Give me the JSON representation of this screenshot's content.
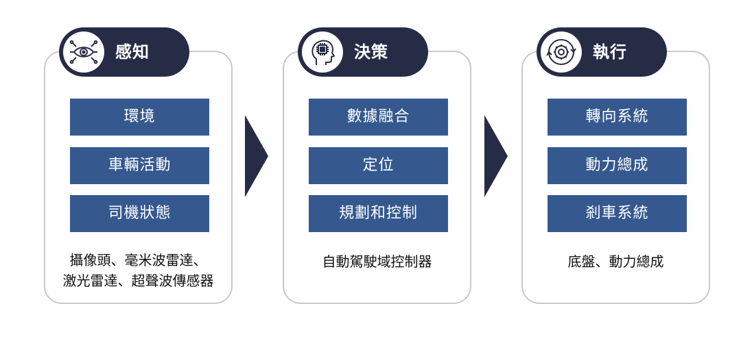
{
  "columns": [
    {
      "title": "感知",
      "icon": "eye-circuit-icon",
      "items": [
        "環境",
        "車輛活動",
        "司機狀態"
      ],
      "caption_lines": [
        "攝像頭、毫米波雷達、",
        "激光雷達、超聲波傳感器"
      ]
    },
    {
      "title": "決策",
      "icon": "head-chip-icon",
      "items": [
        "數據融合",
        "定位",
        "規劃和控制"
      ],
      "caption_lines": [
        "自動駕駛域控制器"
      ]
    },
    {
      "title": "執行",
      "icon": "gear-cycle-icon",
      "items": [
        "轉向系統",
        "動力總成",
        "剎車系統"
      ],
      "caption_lines": [
        "底盤、動力總成"
      ]
    }
  ],
  "colors": {
    "header_bg": "#262c45",
    "box_bg": "#35598f",
    "card_border": "#c9c9c9",
    "arrow": "#262c45"
  }
}
